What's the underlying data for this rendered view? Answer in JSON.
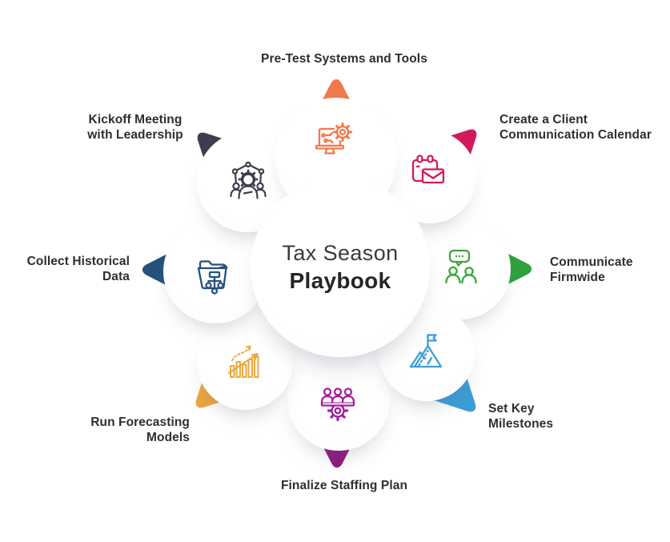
{
  "center": {
    "title_line1": "Tax Season",
    "title_line2": "Playbook"
  },
  "label_text_color": "#2E2E31",
  "segments": [
    {
      "name": "pre-test-systems",
      "position": "top",
      "lines": [
        "Pre-Test Systems and Tools"
      ],
      "arrow_color": "#F0794B",
      "icon_color": "#F0794B",
      "icon": "monitor-gear-icon"
    },
    {
      "name": "client-communication-calendar",
      "position": "top-right",
      "lines": [
        "Create a Client",
        "Communication Calendar"
      ],
      "arrow_color": "#D2195E",
      "icon_color": "#D2195E",
      "icon": "calendar-mail-icon"
    },
    {
      "name": "communicate-firmwide",
      "position": "right",
      "lines": [
        "Communicate",
        "Firmwide"
      ],
      "arrow_color": "#2EA23C",
      "icon_color": "#3AA63C",
      "icon": "people-chat-icon"
    },
    {
      "name": "set-key-milestones",
      "position": "bottom-right",
      "lines": [
        "Set Key",
        "Milestones"
      ],
      "arrow_color": "#3B9ED8",
      "icon_color": "#3B9ED8",
      "icon": "mountain-flag-icon"
    },
    {
      "name": "finalize-staffing-plan",
      "position": "bottom",
      "lines": [
        "Finalize Staffing Plan"
      ],
      "arrow_color": "#8C1A80",
      "icon_color": "#A21F9D",
      "icon": "team-gear-icon"
    },
    {
      "name": "run-forecasting-models",
      "position": "bottom-left",
      "lines": [
        "Run Forecasting",
        "Models"
      ],
      "arrow_color": "#EAA73F",
      "icon_color": "#EAA73F",
      "icon": "bar-chart-trend-icon"
    },
    {
      "name": "collect-historical-data",
      "position": "left",
      "lines": [
        "Collect Historical",
        "Data"
      ],
      "arrow_color": "#24527D",
      "icon_color": "#24527D",
      "icon": "folder-flowchart-icon"
    },
    {
      "name": "kickoff-meeting-leadership",
      "position": "top-left",
      "lines": [
        "Kickoff Meeting",
        "with Leadership"
      ],
      "arrow_color": "#3D3D4F",
      "icon_color": "#3D3D4F",
      "icon": "leadership-network-icon"
    }
  ]
}
